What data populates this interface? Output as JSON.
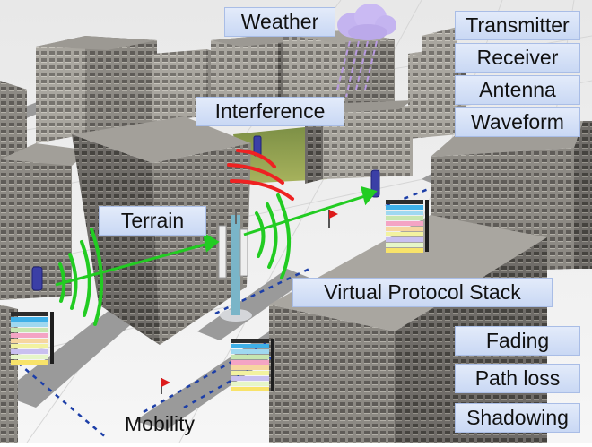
{
  "labels": {
    "weather": "Weather",
    "interference": "Interference",
    "terrain": "Terrain",
    "mobility": "Mobility",
    "virtual_protocol_stack": "Virtual Protocol Stack",
    "transmitter": "Transmitter",
    "receiver": "Receiver",
    "antenna": "Antenna",
    "waveform": "Waveform",
    "fading": "Fading",
    "path_loss": "Path loss",
    "shadowing": "Shadowing"
  },
  "colors": {
    "label_fill": "#d6e2f8",
    "signal_green": "#22cc22",
    "interference_red": "#ee2222",
    "route_blue": "#1d3fa8",
    "rain_purple": "#b89be0"
  },
  "icons": [
    "cloud-icon",
    "rain-icon",
    "radio-tower-icon",
    "handheld-radio-icon",
    "flag-icon",
    "protocol-stack-icon"
  ]
}
